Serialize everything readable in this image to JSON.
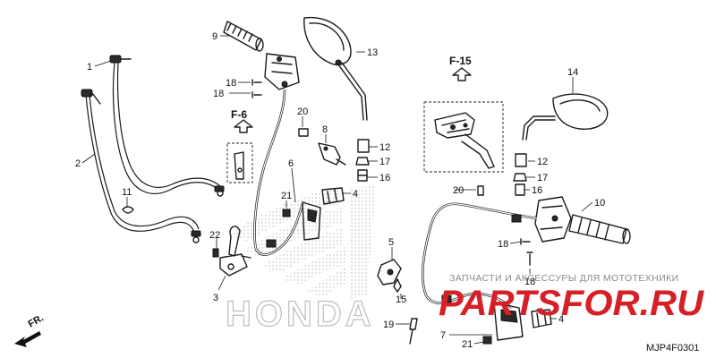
{
  "parts": [
    {
      "id": "p1",
      "label": "1"
    },
    {
      "id": "p2",
      "label": "2"
    },
    {
      "id": "p3",
      "label": "3"
    },
    {
      "id": "p4a",
      "label": "4"
    },
    {
      "id": "p4b",
      "label": "4"
    },
    {
      "id": "p5",
      "label": "5"
    },
    {
      "id": "p6",
      "label": "6"
    },
    {
      "id": "p7",
      "label": "7"
    },
    {
      "id": "p8",
      "label": "8"
    },
    {
      "id": "p9",
      "label": "9"
    },
    {
      "id": "p10",
      "label": "10"
    },
    {
      "id": "p11",
      "label": "11"
    },
    {
      "id": "p12a",
      "label": "12"
    },
    {
      "id": "p12b",
      "label": "12"
    },
    {
      "id": "p13",
      "label": "13"
    },
    {
      "id": "p14",
      "label": "14"
    },
    {
      "id": "p15",
      "label": "15"
    },
    {
      "id": "p16a",
      "label": "16"
    },
    {
      "id": "p16b",
      "label": "16"
    },
    {
      "id": "p17a",
      "label": "17"
    },
    {
      "id": "p17b",
      "label": "17"
    },
    {
      "id": "p18a",
      "label": "18"
    },
    {
      "id": "p18b",
      "label": "18"
    },
    {
      "id": "p18c",
      "label": "18"
    },
    {
      "id": "p18d",
      "label": "18"
    },
    {
      "id": "p19",
      "label": "19"
    },
    {
      "id": "p20a",
      "label": "20"
    },
    {
      "id": "p20b",
      "label": "20"
    },
    {
      "id": "p21a",
      "label": "21"
    },
    {
      "id": "p21b",
      "label": "21"
    },
    {
      "id": "p22",
      "label": "22"
    }
  ],
  "refs": {
    "f6": "F-6",
    "f15": "F-15"
  },
  "direction": "FR.",
  "diagram_code": "MJP4F0301",
  "watermark": {
    "brand": "PARTSFOR.RU",
    "tagline": "ЗАПЧАСТИ И АКСЕССУРЫ ДЛЯ МОТОТЕХНИКИ",
    "logo_text": "HONDA"
  },
  "colors": {
    "ink": "#111111",
    "watermark_red": "#d61f26",
    "watermark_grey": "#8a8a8a"
  }
}
